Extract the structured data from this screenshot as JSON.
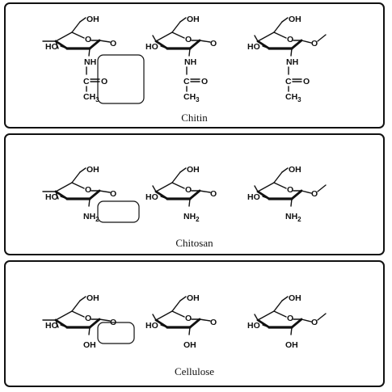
{
  "panels": [
    {
      "id": "chitin",
      "title": "Chitin",
      "substituent": "acetamide",
      "labels": {
        "ch2oh": "OH",
        "ring_oh": "HO",
        "nh": "NH",
        "carbonyl_c": "C",
        "carbonyl_o": "O",
        "methyl": "CH",
        "methyl_sub": "3",
        "link_o": "O"
      }
    },
    {
      "id": "chitosan",
      "title": "Chitosan",
      "substituent": "amine",
      "labels": {
        "ch2oh": "OH",
        "ring_oh": "HO",
        "amine": "NH",
        "amine_sub": "2",
        "link_o": "O"
      }
    },
    {
      "id": "cellulose",
      "title": "Cellulose",
      "substituent": "hydroxyl",
      "labels": {
        "ch2oh": "OH",
        "ring_oh": "HO",
        "hydroxyl": "OH",
        "link_o": "O"
      }
    }
  ]
}
